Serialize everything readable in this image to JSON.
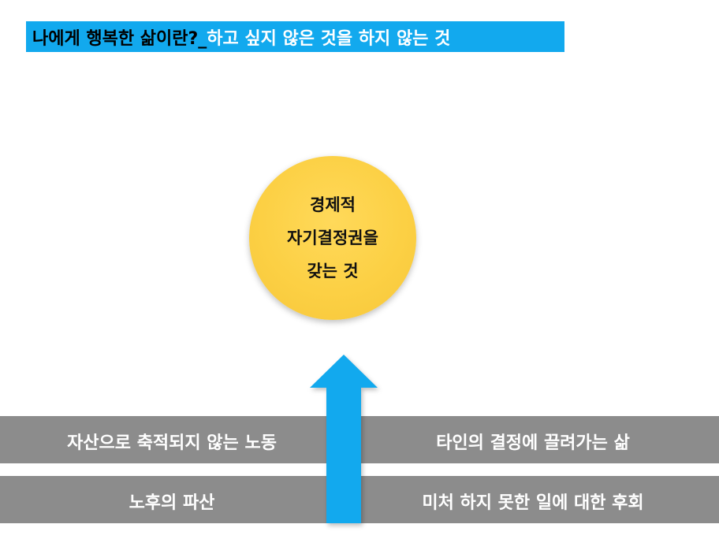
{
  "title": {
    "part1": "나에게 행복한 삶이란?_",
    "part2": "하고 싶지 않은 것을 하지 않는 것"
  },
  "goal": {
    "lines": [
      "경제적",
      "자기결정권을",
      "갖는 것"
    ]
  },
  "bands": {
    "top_left": "자산으로 축적되지 않는 노동",
    "top_right": "타인의 결정에 끌려가는 삶",
    "bottom_left": "노후의 파산",
    "bottom_right": "미처 하지 못한 일에 대한 후회"
  },
  "colors": {
    "banner": "#12a9ee",
    "circle": "#fcd044",
    "band": "#8c8c8c",
    "arrow": "#12a9ee"
  }
}
